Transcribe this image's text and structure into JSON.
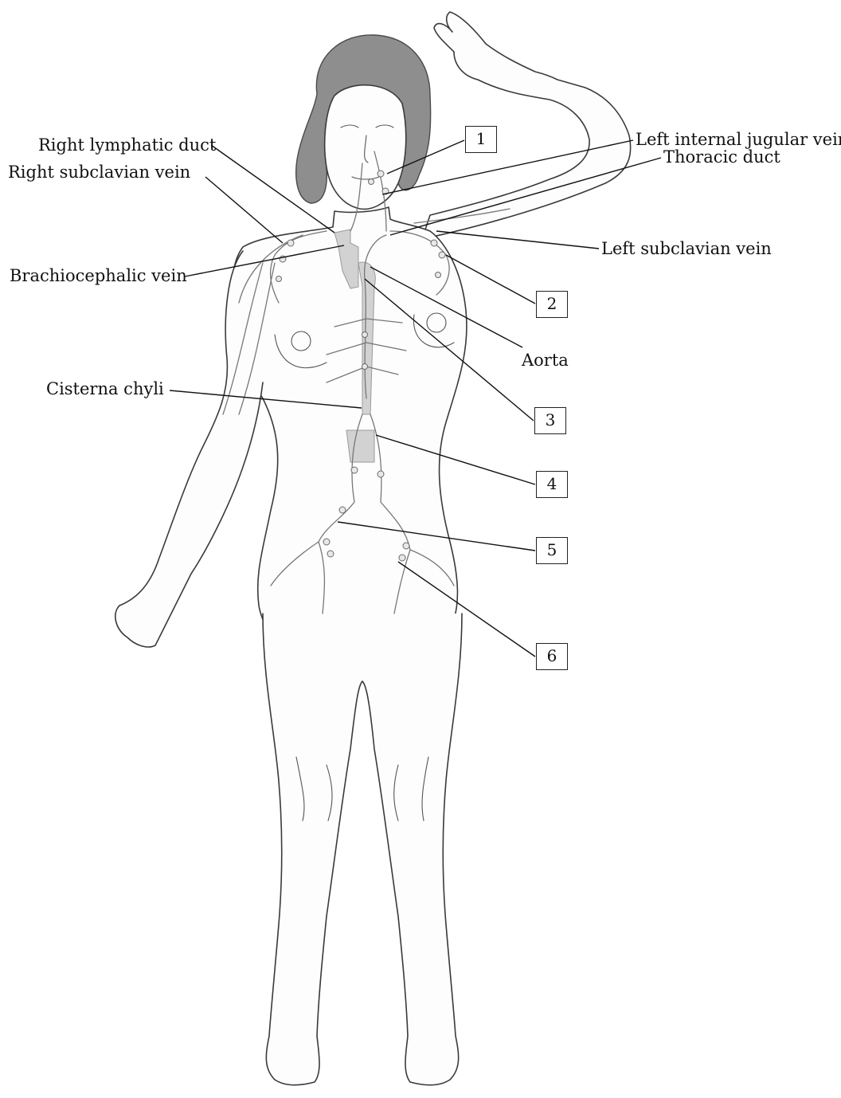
{
  "labels": {
    "right_lymphatic_duct": "Right lymphatic duct",
    "right_subclavian_vein": "Right subclavian vein",
    "brachiocephalic_vein": "Brachiocephalic vein",
    "cisterna_chyli": "Cisterna chyli",
    "left_internal_jugular_vein": "Left internal jugular vein",
    "thoracic_duct": "Thoracic duct",
    "left_subclavian_vein": "Left subclavian vein",
    "aorta": "Aorta"
  },
  "numbered_boxes": [
    "1",
    "2",
    "3",
    "4",
    "5",
    "6"
  ],
  "colors": {
    "outline": "#3a3a3a",
    "lymph_vessel": "#777777",
    "hair": "#8e8e8e",
    "label_text": "#111111"
  }
}
